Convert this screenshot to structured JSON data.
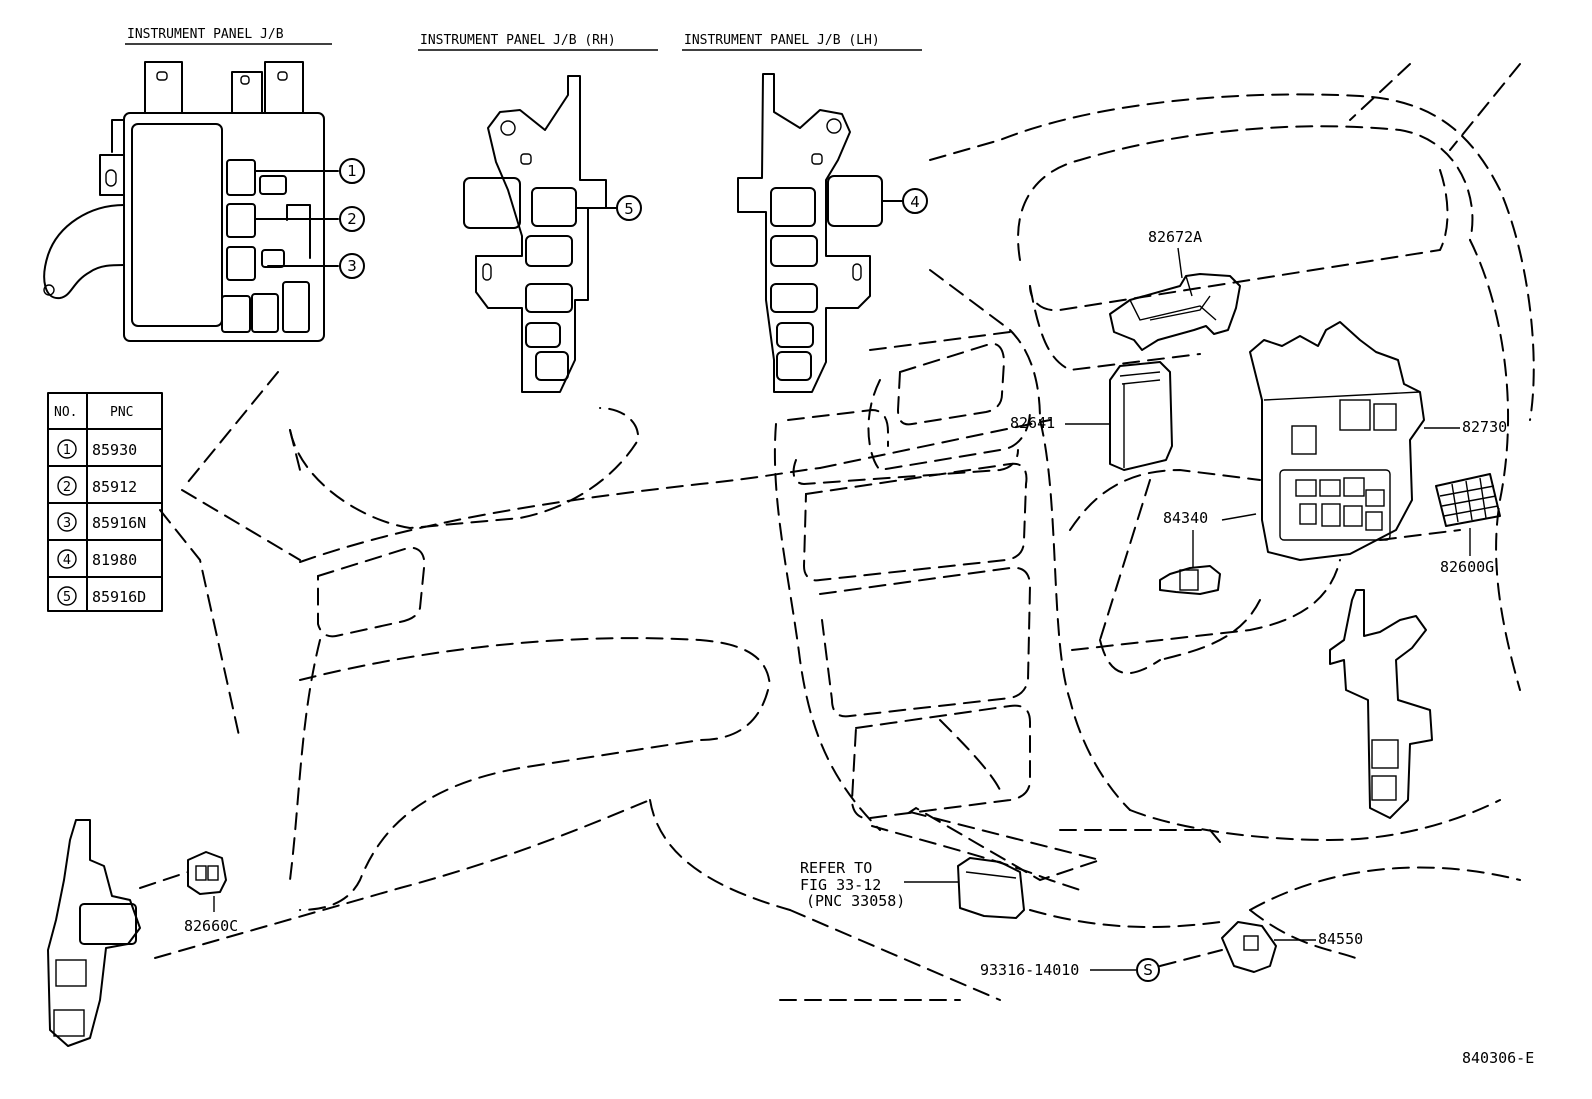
{
  "headers": {
    "jb": "INSTRUMENT PANEL J/B",
    "jb_rh": "INSTRUMENT PANEL J/B (RH)",
    "jb_lh": "INSTRUMENT PANEL J/B (LH)"
  },
  "table": {
    "col_no": "NO.",
    "col_pnc": "PNC",
    "rows": [
      {
        "no": "1",
        "pnc": "85930"
      },
      {
        "no": "2",
        "pnc": "85912"
      },
      {
        "no": "3",
        "pnc": "85916N"
      },
      {
        "no": "4",
        "pnc": "81980"
      },
      {
        "no": "5",
        "pnc": "85916D"
      }
    ]
  },
  "callouts": {
    "c1": "1",
    "c2": "2",
    "c3": "3",
    "c4": "4",
    "c5": "5",
    "s": "S"
  },
  "parts": {
    "p82672A": "82672A",
    "p82641": "82641",
    "p82730": "82730",
    "p84340": "84340",
    "p82600G": "82600G",
    "p82660C": "82660C",
    "p84550": "84550",
    "p93316": "93316-14010",
    "refer_1": "REFER TO",
    "refer_2": "FIG 33-12",
    "refer_3": "(PNC 33058)"
  },
  "figure_id": "840306-E"
}
